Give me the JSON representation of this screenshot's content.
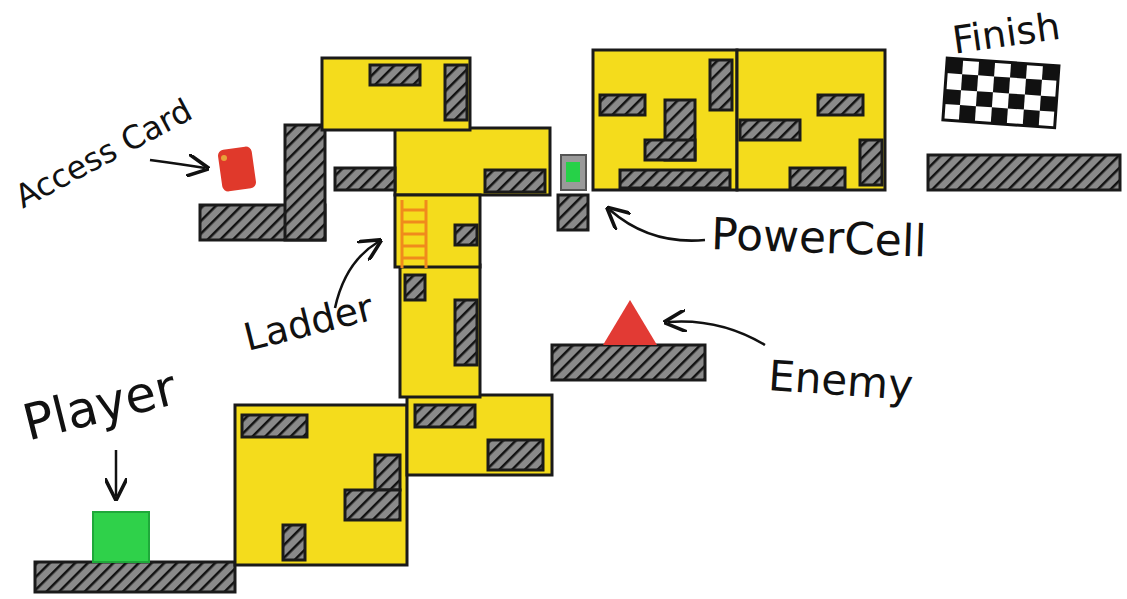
{
  "diagram": {
    "labels": [
      "Access Card",
      "Ladder",
      "Player",
      "Enemy",
      "PowerCell",
      "Finish"
    ]
  }
}
